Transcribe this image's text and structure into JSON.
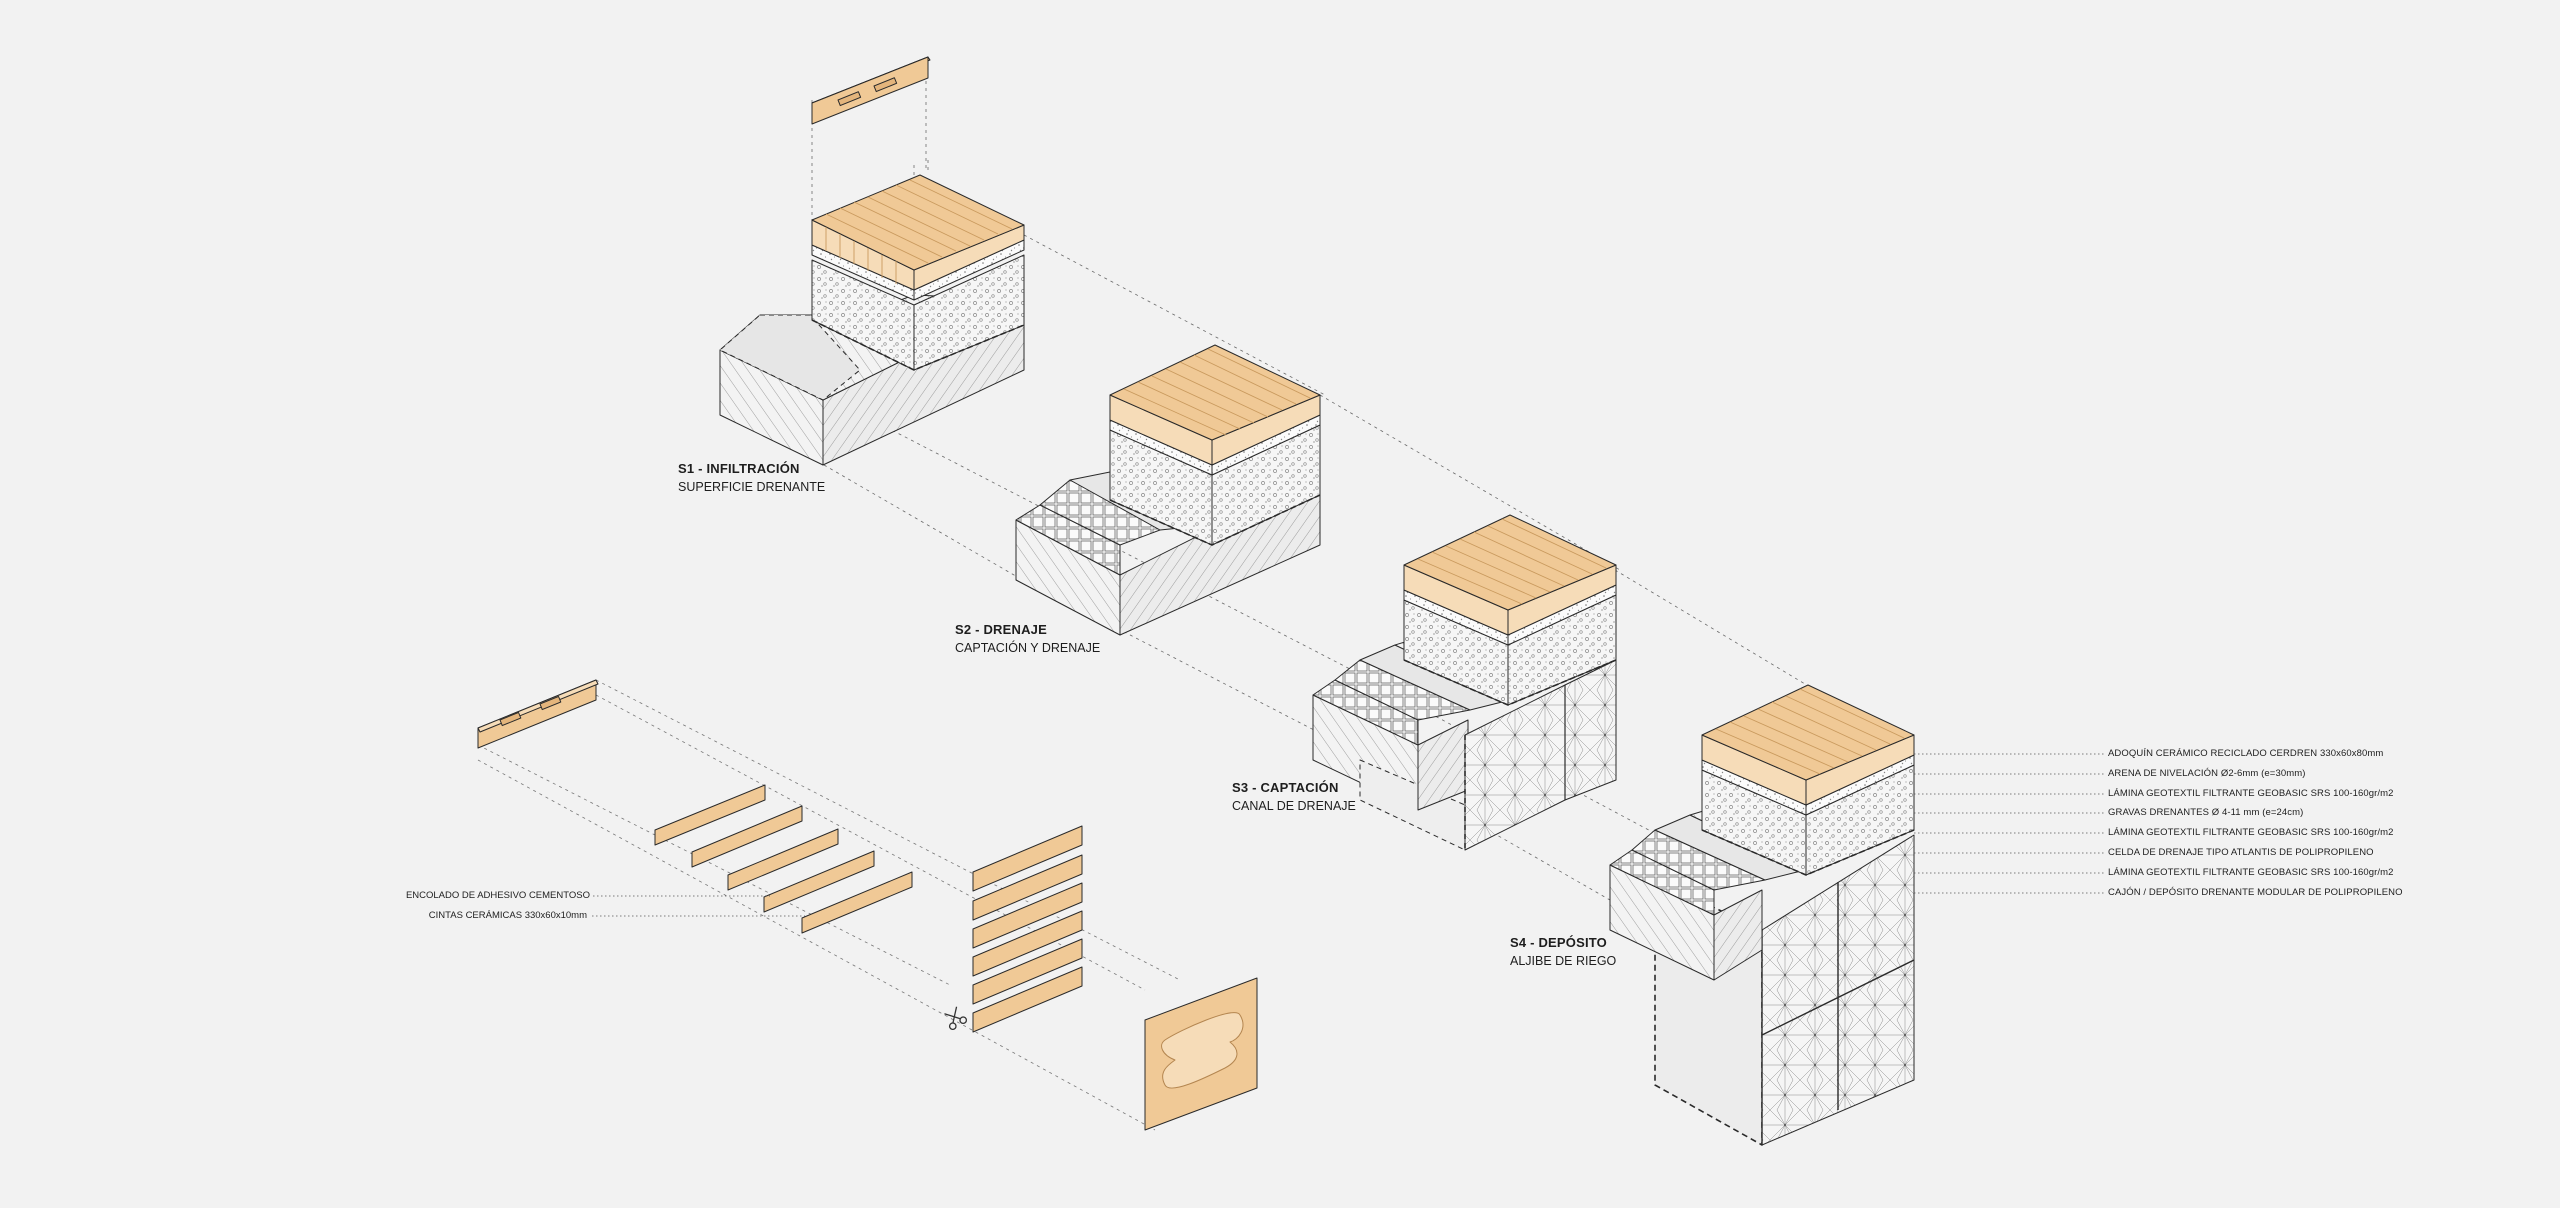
{
  "systems": [
    {
      "title": "S1 - INFILTRACIÓN",
      "subtitle": "SUPERFICIE DRENANTE"
    },
    {
      "title": "S2 - DRENAJE",
      "subtitle": "CAPTACIÓN Y DRENAJE"
    },
    {
      "title": "S3 - CAPTACIÓN",
      "subtitle": "CANAL DE DRENAJE"
    },
    {
      "title": "S4 - DEPÓSITO",
      "subtitle": "ALJIBE DE RIEGO"
    }
  ],
  "layers": [
    "ADOQUÍN CERÁMICO RECICLADO CERDREN 330x60x80mm",
    "ARENA DE NIVELACIÓN Ø2-6mm (e=30mm)",
    "LÁMINA GEOTEXTIL FILTRANTE GEOBASIC SRS 100-160gr/m2",
    "GRAVAS DRENANTES Ø 4-11 mm (e=24cm)",
    "LÁMINA GEOTEXTIL FILTRANTE GEOBASIC SRS 100-160gr/m2",
    "CELDA DE DRENAJE TIPO ATLANTIS DE POLIPROPILENO",
    "LÁMINA GEOTEXTIL FILTRANTE GEOBASIC SRS 100-160gr/m2",
    "CAJÓN / DEPÓSITO DRENANTE MODULAR DE POLIPROPILENO"
  ],
  "brick_callouts": [
    "ENCOLADO DE ADHESIVO CEMENTOSO",
    "CINTAS CERÁMICAS 330x60x10mm"
  ],
  "colors": {
    "background": "#f2f2f2",
    "ceramic": "#f0c996",
    "ceramic_light": "#f6dcb8",
    "ceramic_dark": "#e4b57c",
    "line": "#2a2a2a"
  },
  "icons": {
    "cut": "scissors-icon"
  }
}
